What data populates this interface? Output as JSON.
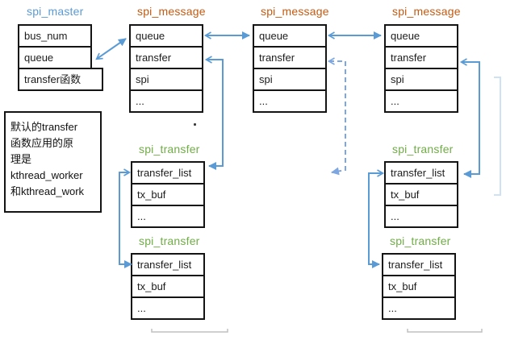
{
  "master": {
    "title": "spi_master",
    "fields": [
      "bus_num",
      "queue",
      "transfer函数"
    ]
  },
  "message1": {
    "title": "spi_message",
    "fields": [
      "queue",
      "transfer",
      "spi",
      "..."
    ]
  },
  "message2": {
    "title": "spi_message",
    "fields": [
      "queue",
      "transfer",
      "spi",
      "..."
    ]
  },
  "message3": {
    "title": "spi_message",
    "fields": [
      "queue",
      "transfer",
      "spi",
      "..."
    ]
  },
  "transfer1": {
    "title": "spi_transfer",
    "fields": [
      "transfer_list",
      "tx_buf",
      "..."
    ]
  },
  "transfer2": {
    "title": "spi_transfer",
    "fields": [
      "transfer_list",
      "tx_buf",
      "..."
    ]
  },
  "transfer3": {
    "title": "spi_transfer",
    "fields": [
      "transfer_list",
      "tx_buf",
      "..."
    ]
  },
  "transfer4": {
    "title": "spi_transfer",
    "fields": [
      "transfer_list",
      "tx_buf",
      "..."
    ]
  },
  "note": {
    "text": "默认的transfer\n函数应用的原\n理是\nkthread_worker\n和kthread_work"
  },
  "colors": {
    "master_title": "#5B9BD5",
    "message_title": "#C55A11",
    "transfer_title": "#70AD47",
    "arrow_solid": "#5B9BD5",
    "arrow_dashed": "#7EA6E0",
    "faint_bracket": "#CFE2F3",
    "underline_gray": "#C0C0C0",
    "box_border": "#141414"
  }
}
